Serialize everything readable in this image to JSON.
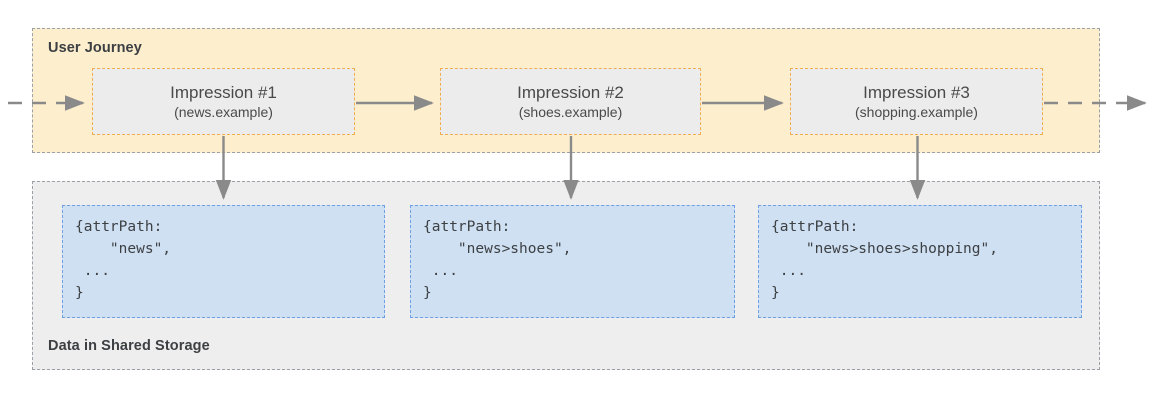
{
  "diagram": {
    "title_regions": {
      "journey": "User Journey",
      "storage": "Data in Shared Storage"
    },
    "impressions": [
      {
        "title": "Impression #1",
        "site": "(news.example)"
      },
      {
        "title": "Impression #2",
        "site": "(shoes.example)"
      },
      {
        "title": "Impression #3",
        "site": "(shopping.example)"
      }
    ],
    "data_boxes": [
      {
        "code": "{attrPath:\n    \"news\",\n ...\n}"
      },
      {
        "code": "{attrPath:\n    \"news>shoes\",\n ...\n}"
      },
      {
        "code": "{attrPath:\n    \"news>shoes>shopping\",\n ...\n}"
      }
    ],
    "connectors": {
      "entry_arrow": "dashed-arrow-right-icon",
      "exit_arrow": "dashed-arrow-right-icon",
      "between_impressions": "arrow-right-icon",
      "impression_to_storage": "arrow-down-icon"
    },
    "colors": {
      "journey_background": "#fdeece",
      "journey_border": "#9aa0a6",
      "storage_background": "#eeeeee",
      "storage_border": "#9aa0a6",
      "impression_background": "#ececec",
      "impression_border": "#f0ad4e",
      "data_box_background": "#cfe0f3",
      "data_box_border": "#6e9ee4",
      "arrow": "#8a8a8a",
      "text": "#3c4043"
    }
  }
}
